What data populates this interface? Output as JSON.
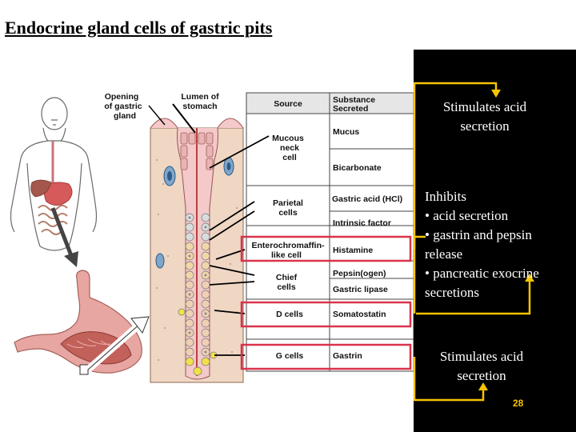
{
  "title": "Endocrine gland cells of gastric pits",
  "diagram": {
    "opening_label": [
      "Opening",
      "of gastric",
      "gland"
    ],
    "lumen_label": [
      "Lumen of",
      "stomach"
    ],
    "cell_labels": {
      "mucous": [
        "Mucous",
        "neck",
        "cell"
      ],
      "parietal": [
        "Parietal",
        "cells"
      ],
      "ecl": [
        "Enterochromaffin-",
        "like cell"
      ],
      "chief": [
        "Chief",
        "cells"
      ],
      "d_cells": "D cells",
      "g_cells": "G cells"
    },
    "substance_header": [
      "Substance",
      "Secreted"
    ],
    "source_header": "Source",
    "substances": [
      "Mucus",
      "Bicarbonate",
      "Gastric acid (HCl)",
      "Intrinsic factor",
      "Histamine",
      "Pepsin(ogen)",
      "Gastric lipase",
      "Somatostatin",
      "Gastrin"
    ]
  },
  "notes": {
    "top": [
      "Stimulates acid",
      "secretion"
    ],
    "middle": [
      "Inhibits",
      "• acid secretion",
      "• gastrin and pepsin",
      "release",
      "• pancreatic exocrine",
      "secretions"
    ],
    "bottom": [
      "Stimulates acid",
      "secretion"
    ]
  },
  "page_number": "28",
  "colors": {
    "highlight_box": "#d9334b",
    "arrow": "#f5c400",
    "panel": "#000000"
  }
}
